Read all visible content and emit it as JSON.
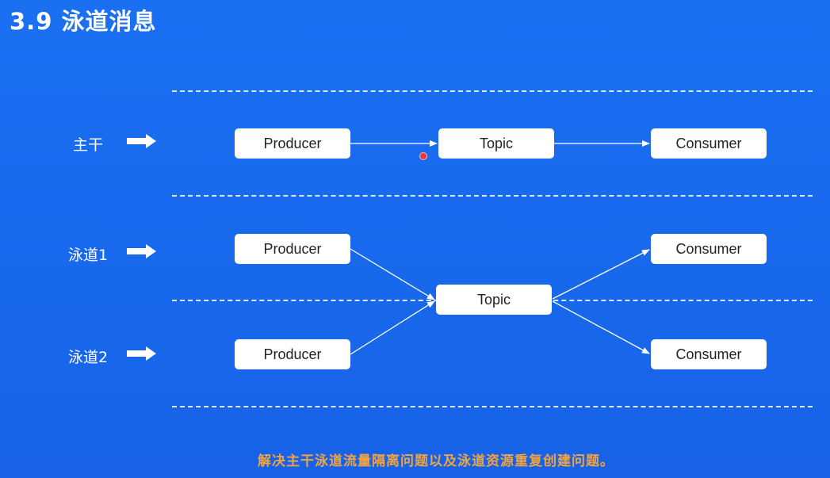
{
  "slide": {
    "title": "3.9 泳道消息",
    "caption": "解决主干泳道流量隔离问题以及泳道资源重复创建问题。"
  },
  "rows": {
    "trunk": {
      "label": "主干",
      "producer": "Producer",
      "topic": "Topic",
      "consumer": "Consumer"
    },
    "lane1": {
      "label": "泳道1",
      "producer": "Producer",
      "consumer": "Consumer"
    },
    "lane2": {
      "label": "泳道2",
      "producer": "Producer",
      "consumer": "Consumer"
    },
    "shared_topic": "Topic"
  },
  "colors": {
    "background": "#1a6ef0",
    "node_fill": "#ffffff",
    "caption": "#f0a340"
  },
  "icons": [
    "right-arrow-icon",
    "cursor-dot"
  ]
}
